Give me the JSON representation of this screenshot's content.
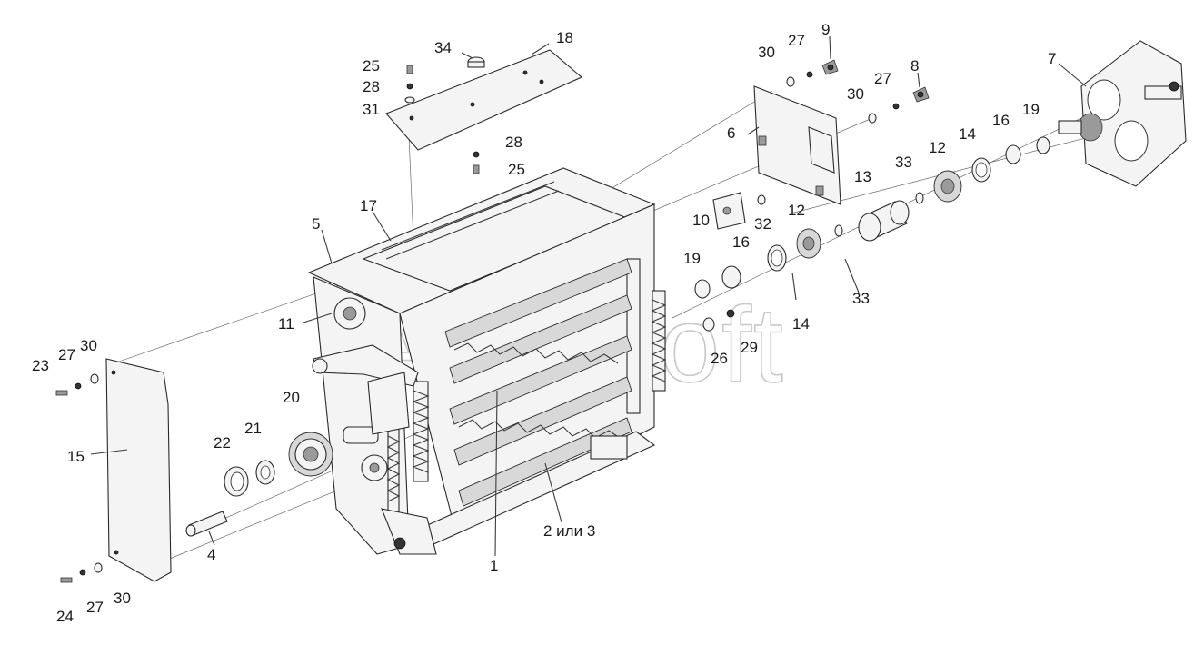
{
  "watermark": "AutoSoft",
  "labels": [
    {
      "id": "l1",
      "text": "1"
    },
    {
      "id": "l2",
      "text": "2 или 3"
    },
    {
      "id": "l4",
      "text": "4"
    },
    {
      "id": "l5",
      "text": "5"
    },
    {
      "id": "l6",
      "text": "6"
    },
    {
      "id": "l7",
      "text": "7"
    },
    {
      "id": "l8",
      "text": "8"
    },
    {
      "id": "l9",
      "text": "9"
    },
    {
      "id": "l10",
      "text": "10"
    },
    {
      "id": "l11",
      "text": "11"
    },
    {
      "id": "l12a",
      "text": "12"
    },
    {
      "id": "l12b",
      "text": "12"
    },
    {
      "id": "l13",
      "text": "13"
    },
    {
      "id": "l14a",
      "text": "14"
    },
    {
      "id": "l14b",
      "text": "14"
    },
    {
      "id": "l15",
      "text": "15"
    },
    {
      "id": "l16a",
      "text": "16"
    },
    {
      "id": "l16b",
      "text": "16"
    },
    {
      "id": "l17",
      "text": "17"
    },
    {
      "id": "l18",
      "text": "18"
    },
    {
      "id": "l19a",
      "text": "19"
    },
    {
      "id": "l19b",
      "text": "19"
    },
    {
      "id": "l20",
      "text": "20"
    },
    {
      "id": "l21",
      "text": "21"
    },
    {
      "id": "l22",
      "text": "22"
    },
    {
      "id": "l23",
      "text": "23"
    },
    {
      "id": "l24",
      "text": "24"
    },
    {
      "id": "l25a",
      "text": "25"
    },
    {
      "id": "l25b",
      "text": "25"
    },
    {
      "id": "l26",
      "text": "26"
    },
    {
      "id": "l27a",
      "text": "27"
    },
    {
      "id": "l27b",
      "text": "27"
    },
    {
      "id": "l27c",
      "text": "27"
    },
    {
      "id": "l27d",
      "text": "27"
    },
    {
      "id": "l28a",
      "text": "28"
    },
    {
      "id": "l28b",
      "text": "28"
    },
    {
      "id": "l29",
      "text": "29"
    },
    {
      "id": "l30a",
      "text": "30"
    },
    {
      "id": "l30b",
      "text": "30"
    },
    {
      "id": "l30c",
      "text": "30"
    },
    {
      "id": "l30d",
      "text": "30"
    },
    {
      "id": "l31",
      "text": "31"
    },
    {
      "id": "l32",
      "text": "32"
    },
    {
      "id": "l33a",
      "text": "33"
    },
    {
      "id": "l33b",
      "text": "33"
    },
    {
      "id": "l34",
      "text": "34"
    }
  ]
}
